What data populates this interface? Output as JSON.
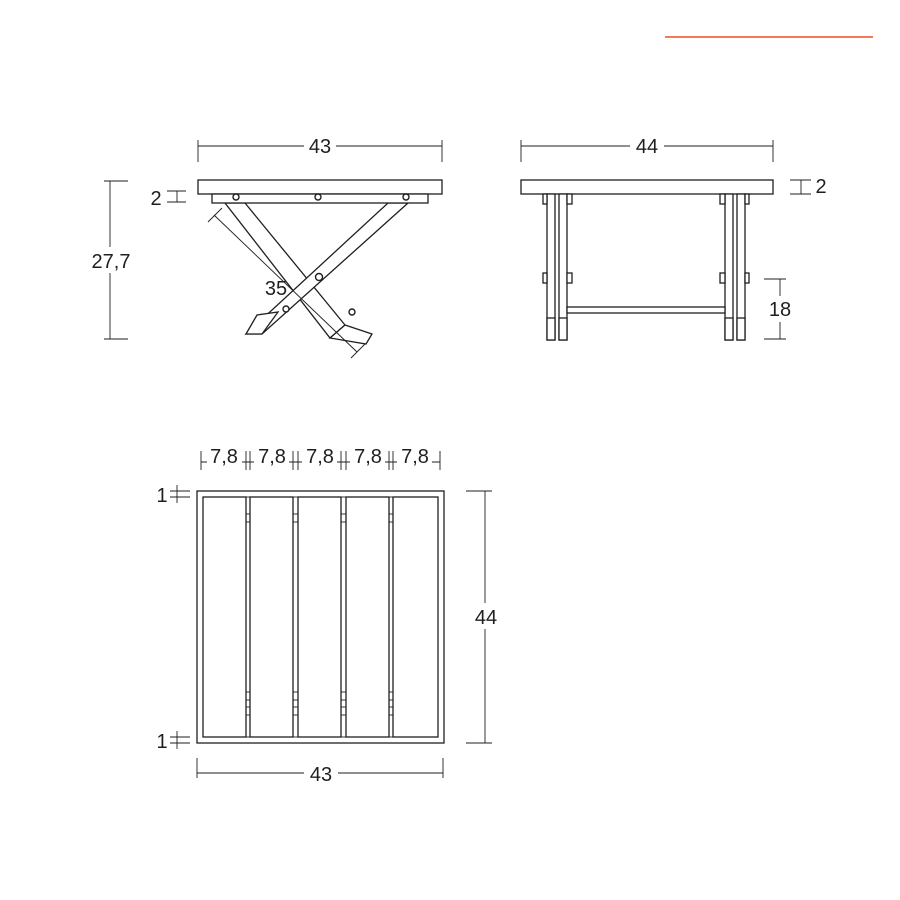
{
  "accent_color": "#f07b5a",
  "front_view": {
    "width_label": "43",
    "top_thickness_label": "2",
    "height_label": "27,7",
    "leg_length_label": "35"
  },
  "side_view": {
    "width_label": "44",
    "top_thickness_label": "2",
    "stretcher_height_label": "18"
  },
  "top_view": {
    "slat_width_labels": [
      "7,8",
      "7,8",
      "7,8",
      "7,8",
      "7,8"
    ],
    "frame_top_label": "1",
    "frame_bottom_label": "1",
    "depth_label": "44",
    "width_label": "43"
  }
}
